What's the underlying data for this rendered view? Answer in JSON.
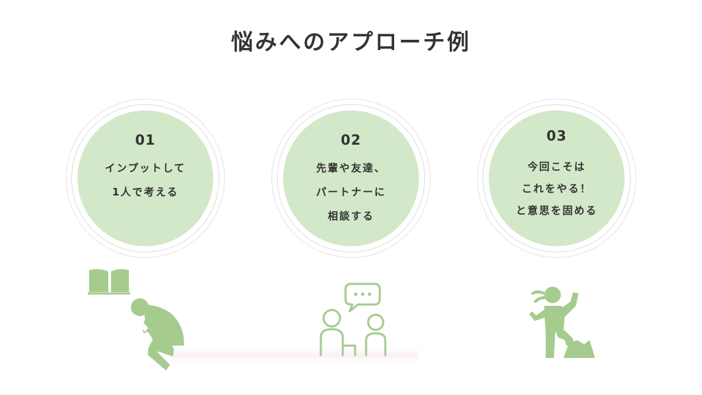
{
  "title": "悩みへのアプローチ例",
  "colors": {
    "accent": "#a5cb8e",
    "disc": "#d3e8c8",
    "text": "#333333"
  },
  "cards": [
    {
      "number": "01",
      "lines": [
        "インプットして",
        "1人で考える"
      ],
      "icon": "book-thinking-person-icon"
    },
    {
      "number": "02",
      "lines": [
        "先輩や友達、",
        "パートナーに",
        "相談する"
      ],
      "icon": "two-people-speech-bubble-icon"
    },
    {
      "number": "03",
      "lines": [
        "今回こそは",
        "これをやる！",
        "と意思を固める"
      ],
      "icon": "determined-person-climbing-icon"
    }
  ]
}
